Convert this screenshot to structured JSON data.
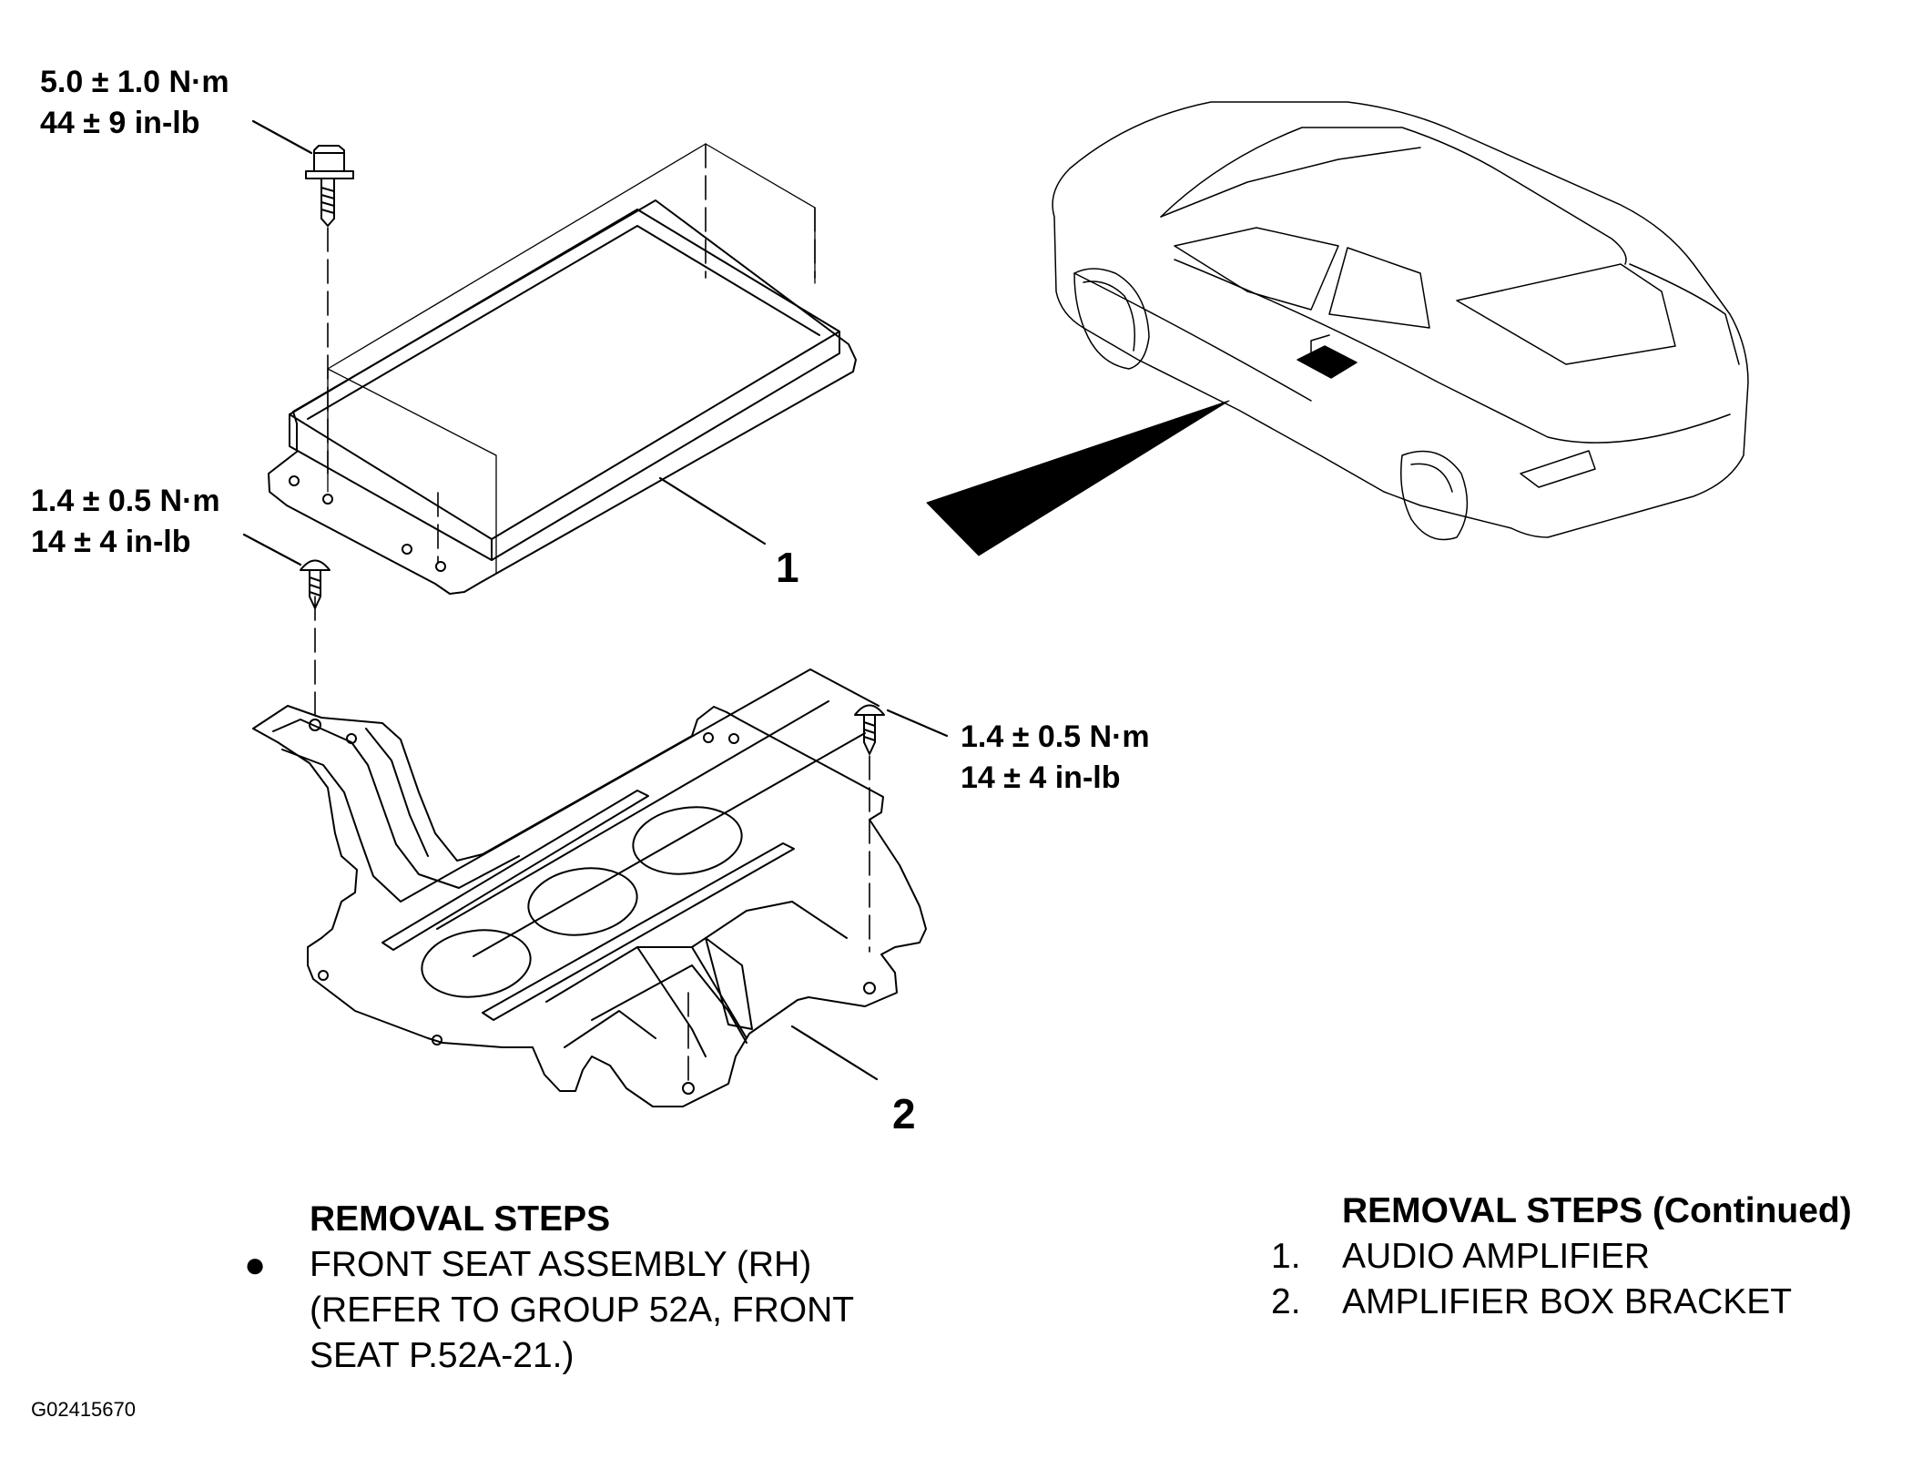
{
  "torque_labels": {
    "bolt_top": {
      "nm": "5.0 ± 1.0 N·m",
      "inlb": "44 ± 9 in-lb"
    },
    "screw_left": {
      "nm": "1.4 ± 0.5 N·m",
      "inlb": "14 ± 4 in-lb"
    },
    "screw_right": {
      "nm": "1.4 ± 0.5 N·m",
      "inlb": "14 ± 4 in-lb"
    }
  },
  "callouts": {
    "amplifier": "1",
    "bracket": "2"
  },
  "removal_steps": {
    "heading": "REMOVAL STEPS",
    "bullet": "●",
    "items": [
      "FRONT SEAT ASSEMBLY (RH)",
      "(REFER TO GROUP 52A, FRONT",
      "SEAT P.52A-21.)"
    ]
  },
  "removal_steps_continued": {
    "heading": "REMOVAL STEPS (Continued)",
    "items": [
      {
        "num": "1.",
        "label": "AUDIO AMPLIFIER"
      },
      {
        "num": "2.",
        "label": "AMPLIFIER BOX BRACKET"
      }
    ]
  },
  "figure_id": "G02415670"
}
